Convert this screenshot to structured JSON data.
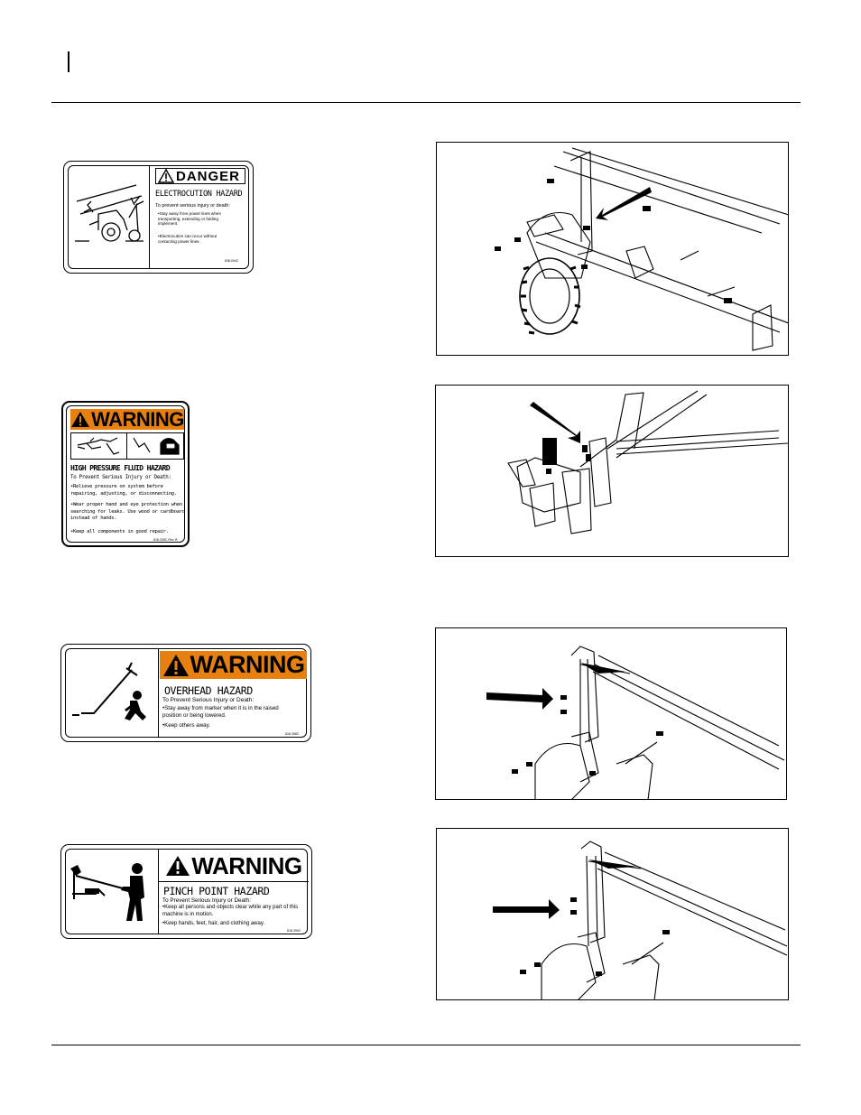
{
  "decals": {
    "electrocution": {
      "signal_word": "DANGER",
      "hazard": "ELECTROCUTION HAZARD",
      "intro": "To prevent serious injury or death:",
      "bullets": [
        "Stay away from power lines when transporting, extending or folding implement.",
        "Electrocution can occur without contacting power lines."
      ],
      "code": "838-094C"
    },
    "fluid": {
      "signal_word": "WARNING",
      "hazard": "HIGH PRESSURE FLUID HAZARD",
      "intro": "To Prevent Serious Injury or Death:",
      "bullets": [
        "Relieve pressure on system before repairing, adjusting, or disconnecting.",
        "Wear proper hand and eye protection when searching for leaks. Use wood or cardboard instead of hands.",
        "Keep all components in good repair."
      ],
      "code": "818-339C Rev. B"
    },
    "overhead": {
      "signal_word": "WARNING",
      "hazard": "OVERHEAD HAZARD",
      "intro": "To Prevent Serious Injury or Death:",
      "bullets": [
        "Stay away from marker when it is in the raised position or being lowered.",
        "Keep others away."
      ],
      "code": "818-398C"
    },
    "pinch": {
      "signal_word": "WARNING",
      "hazard": "PINCH POINT HAZARD",
      "intro": "To Prevent Serious Injury or Death:",
      "bullets": [
        "Keep all persons and objects clear while any part of this machine is in motion.",
        "Keep hands, feet, hair, and clothing away."
      ],
      "code": "818-399C"
    }
  },
  "colors": {
    "warning_orange": "#e8800f",
    "ink": "#000000"
  }
}
